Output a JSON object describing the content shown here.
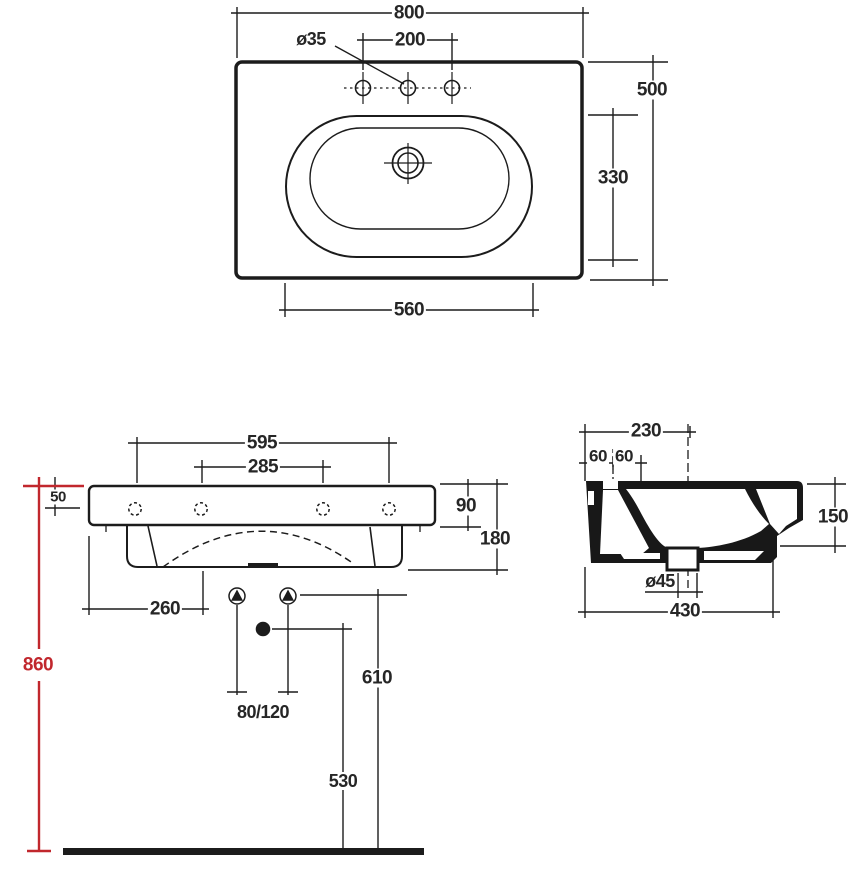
{
  "drawing": {
    "product": "wall-hung washbasin technical drawing",
    "line_color": "#1c1c1c",
    "accent_color": "#c1272d",
    "symbols": {
      "fixing_marker": "triangle-in-circle",
      "waste_outlet_marker": "filled-dot",
      "floor_marker": "thick-bar"
    },
    "views": {
      "top": {
        "label": "top view",
        "dims": {
          "overall_width": "800",
          "tap_hole_diameter": "ø35",
          "tap_hole_spacing": "200",
          "overall_depth": "500",
          "bowl_depth": "330",
          "base_width": "560"
        }
      },
      "front": {
        "label": "front view",
        "dims": {
          "fixing_holes_outer": "595",
          "fixing_holes_inner": "285",
          "rim_to_fixing": "50",
          "apron_height": "90",
          "body_height": "180",
          "edge_to_bracket": "260",
          "waste_spacing": "80/120",
          "trap_height": "610",
          "outlet_height": "530",
          "rim_height": "860"
        }
      },
      "side": {
        "label": "side section",
        "dims": {
          "rim_to_tap_axis": "230",
          "tap_offset_a": "60",
          "tap_offset_b": "60",
          "back_ledge_height": "150",
          "drain_diameter": "ø45",
          "base_depth": "430"
        }
      }
    }
  }
}
